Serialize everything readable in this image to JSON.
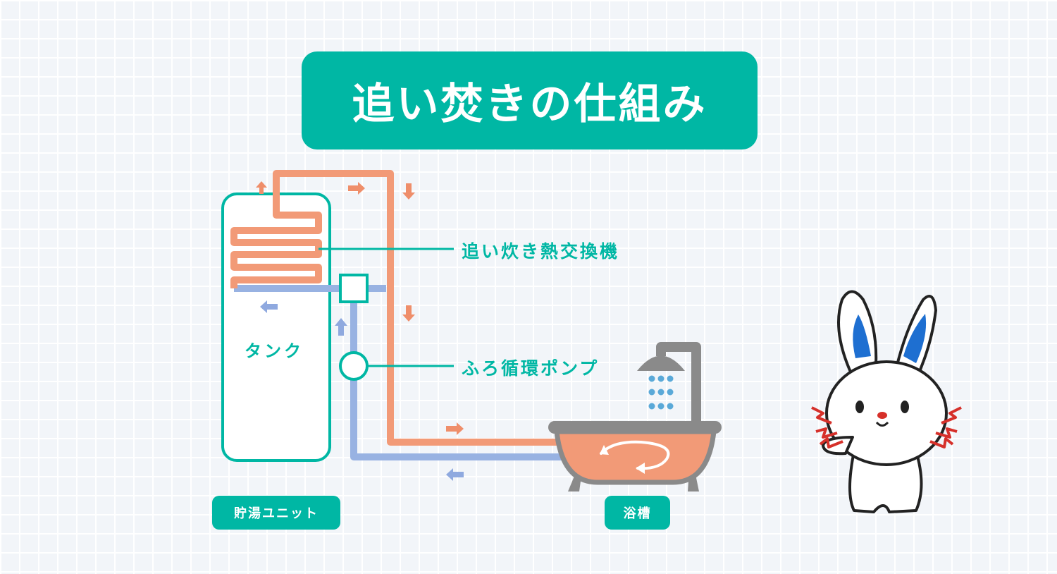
{
  "title": "追い焚きの仕組み",
  "labels": {
    "heat_exchanger": "追い炊き熱交換機",
    "pump": "ふろ循環ポンプ",
    "tank": "タンク",
    "storage_unit": "貯湯ユニット",
    "bathtub": "浴槽"
  },
  "colors": {
    "teal": "#00b7a4",
    "hot_pipe": "#f29a77",
    "cold_pipe": "#98b2e2",
    "arrow_hot": "#ef8e6a",
    "arrow_cold": "#8fa9df",
    "fixture_gray": "#8a8a8a",
    "water_drop": "#5aa9d8",
    "bath_water": "#f29a77",
    "bunny_ear": "#1e6fd1",
    "bunny_spark": "#d6302a"
  }
}
